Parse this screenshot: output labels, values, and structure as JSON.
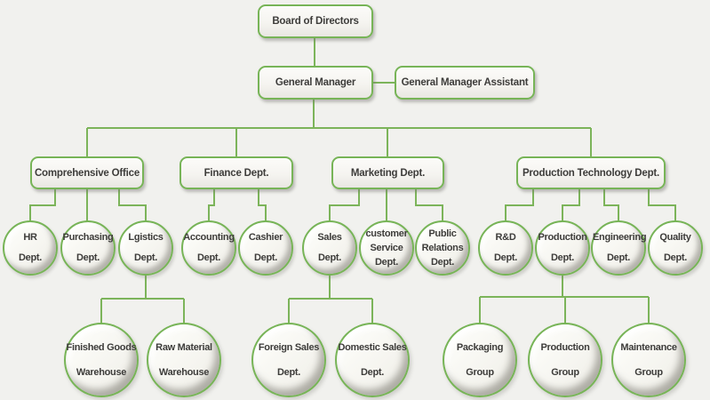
{
  "theme": {
    "background": "#f1f1ee",
    "connector_color": "#7cb45a",
    "node_border_color": "#77b457",
    "text_color": "#3d3c3a"
  },
  "nodes": [
    {
      "id": "board-of-directors",
      "shape": "box",
      "label": "Board of Directors"
    },
    {
      "id": "general-manager",
      "shape": "box",
      "label": "General Manager"
    },
    {
      "id": "general-manager-assistant",
      "shape": "box",
      "label": "General Manager Assistant"
    },
    {
      "id": "comprehensive-office",
      "shape": "box",
      "label": "Comprehensive Office"
    },
    {
      "id": "finance-dept",
      "shape": "box",
      "label": "Finance Dept."
    },
    {
      "id": "marketing-dept",
      "shape": "box",
      "label": "Marketing Dept."
    },
    {
      "id": "production-technology-dept",
      "shape": "box",
      "label": "Production Technology Dept."
    },
    {
      "id": "hr-dept",
      "shape": "circle",
      "lines": [
        "HR",
        "Dept."
      ]
    },
    {
      "id": "purchasing-dept",
      "shape": "circle",
      "lines": [
        "Purchasing",
        "Dept."
      ]
    },
    {
      "id": "lgistics-dept",
      "shape": "circle",
      "lines": [
        "Lgistics",
        "Dept."
      ]
    },
    {
      "id": "accounting-dept",
      "shape": "circle",
      "lines": [
        "Accounting",
        "Dept."
      ]
    },
    {
      "id": "cashier-dept",
      "shape": "circle",
      "lines": [
        "Cashier",
        "Dept."
      ]
    },
    {
      "id": "sales-dept",
      "shape": "circle",
      "lines": [
        "Sales",
        "Dept."
      ]
    },
    {
      "id": "customer-service-dept",
      "shape": "circle",
      "lines": [
        "customer",
        "Service",
        "Dept."
      ]
    },
    {
      "id": "public-relations-dept",
      "shape": "circle",
      "lines": [
        "Public",
        "Relations",
        "Dept."
      ]
    },
    {
      "id": "rd-dept",
      "shape": "circle",
      "lines": [
        "R&D",
        "Dept."
      ]
    },
    {
      "id": "production-dept",
      "shape": "circle",
      "lines": [
        "Production",
        "Dept."
      ]
    },
    {
      "id": "engineering-dept",
      "shape": "circle",
      "lines": [
        "Engineering",
        "Dept."
      ]
    },
    {
      "id": "quality-dept",
      "shape": "circle",
      "lines": [
        "Quality",
        "Dept."
      ]
    },
    {
      "id": "finished-goods-warehouse",
      "shape": "circle-lg",
      "lines": [
        "Finished Goods",
        "Warehouse"
      ]
    },
    {
      "id": "raw-material-warehouse",
      "shape": "circle-lg",
      "lines": [
        "Raw Material",
        "Warehouse"
      ]
    },
    {
      "id": "foreign-sales-dept",
      "shape": "circle-lg",
      "lines": [
        "Foreign Sales",
        "Dept."
      ]
    },
    {
      "id": "domestic-sales-dept",
      "shape": "circle-lg",
      "lines": [
        "Domestic Sales",
        "Dept."
      ]
    },
    {
      "id": "packaging-group",
      "shape": "circle-lg",
      "lines": [
        "Packaging",
        "Group"
      ]
    },
    {
      "id": "production-group",
      "shape": "circle-lg",
      "lines": [
        "Production",
        "Group"
      ]
    },
    {
      "id": "maintenance-group",
      "shape": "circle-lg",
      "lines": [
        "Maintenance",
        "Group"
      ]
    }
  ],
  "edges": [
    [
      "board-of-directors",
      "general-manager"
    ],
    [
      "general-manager",
      "general-manager-assistant"
    ],
    [
      "general-manager",
      "comprehensive-office"
    ],
    [
      "general-manager",
      "finance-dept"
    ],
    [
      "general-manager",
      "marketing-dept"
    ],
    [
      "general-manager",
      "production-technology-dept"
    ],
    [
      "comprehensive-office",
      "hr-dept"
    ],
    [
      "comprehensive-office",
      "purchasing-dept"
    ],
    [
      "comprehensive-office",
      "lgistics-dept"
    ],
    [
      "finance-dept",
      "accounting-dept"
    ],
    [
      "finance-dept",
      "cashier-dept"
    ],
    [
      "marketing-dept",
      "sales-dept"
    ],
    [
      "marketing-dept",
      "customer-service-dept"
    ],
    [
      "marketing-dept",
      "public-relations-dept"
    ],
    [
      "production-technology-dept",
      "rd-dept"
    ],
    [
      "production-technology-dept",
      "production-dept"
    ],
    [
      "production-technology-dept",
      "engineering-dept"
    ],
    [
      "production-technology-dept",
      "quality-dept"
    ],
    [
      "lgistics-dept",
      "finished-goods-warehouse"
    ],
    [
      "lgistics-dept",
      "raw-material-warehouse"
    ],
    [
      "sales-dept",
      "foreign-sales-dept"
    ],
    [
      "sales-dept",
      "domestic-sales-dept"
    ],
    [
      "production-dept",
      "packaging-group"
    ],
    [
      "production-dept",
      "production-group"
    ],
    [
      "production-dept",
      "maintenance-group"
    ]
  ]
}
